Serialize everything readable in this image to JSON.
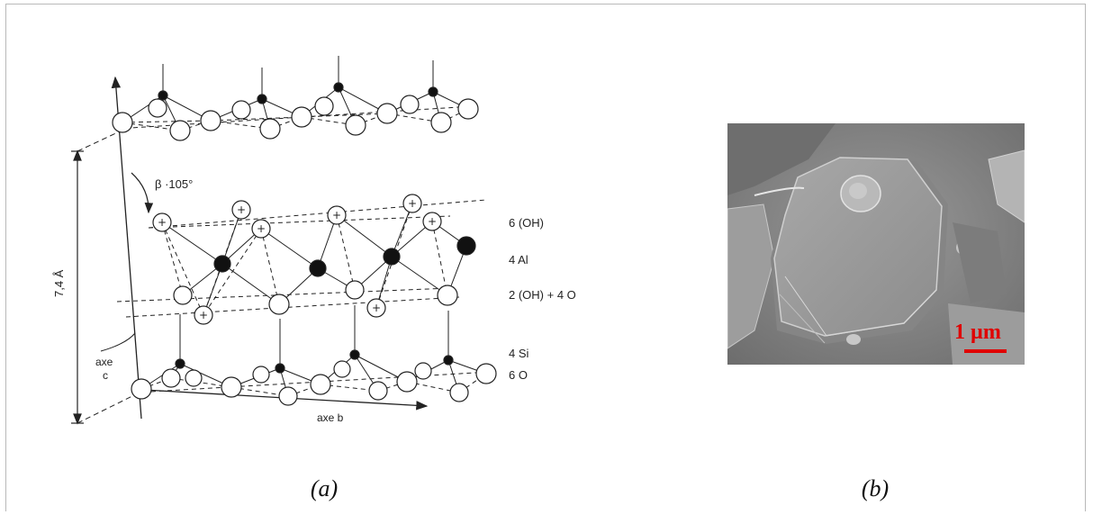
{
  "panel_a": {
    "cell_height": "7,4 Å",
    "beta_angle": "β ·105°",
    "axis_c": [
      "axe",
      "c"
    ],
    "axis_b": "axe b",
    "layers": [
      "6 (OH)",
      "4 Al",
      "2 (OH) + 4 O",
      "4 Si",
      "6 O"
    ],
    "caption": "(a)"
  },
  "panel_b": {
    "scale_label": "1 µm",
    "scale_color": "#e00000",
    "caption": "(b)"
  }
}
